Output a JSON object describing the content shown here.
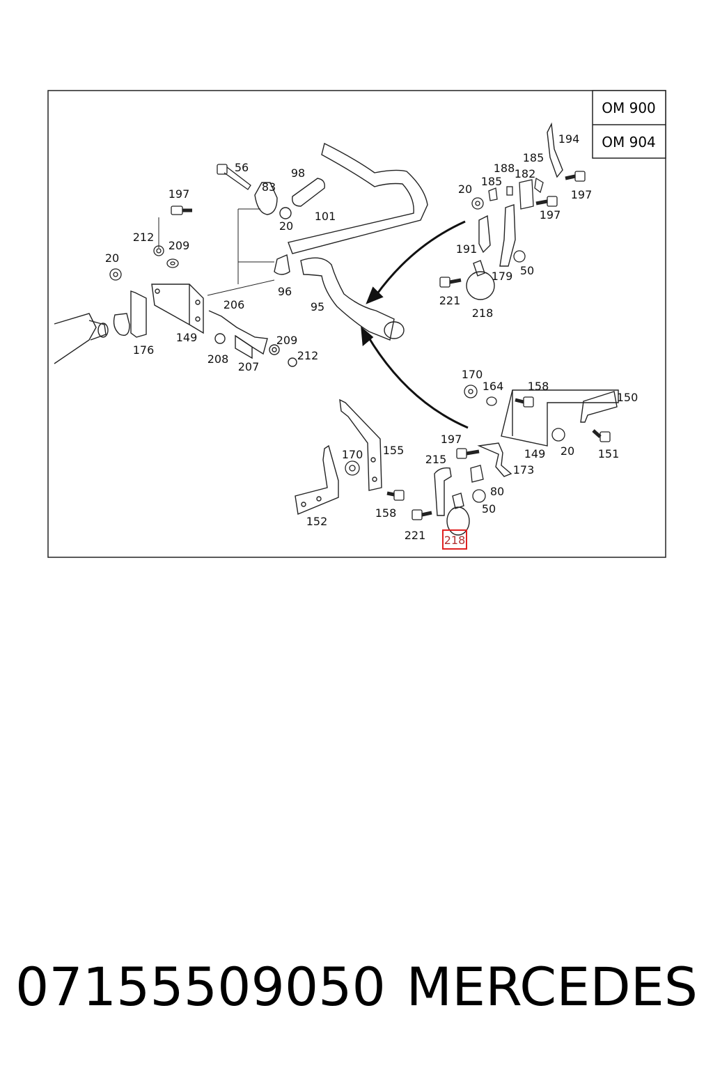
{
  "engine_codes": [
    "OM 900",
    "OM 904"
  ],
  "highlighted_callout": "218",
  "callouts": {
    "c197a": "197",
    "c56": "56",
    "c83": "83",
    "c98": "98",
    "c20a": "20",
    "c101": "101",
    "c212a": "212",
    "c209a": "209",
    "c20b": "20",
    "c96": "96",
    "c95": "95",
    "c206": "206",
    "c149a": "149",
    "c176": "176",
    "c208": "208",
    "c207": "207",
    "c209b": "209",
    "c212b": "212",
    "c194": "194",
    "c185a": "185",
    "c188": "188",
    "c182": "182",
    "c185b": "185",
    "c20c": "20",
    "c197b": "197",
    "c197c": "197",
    "c191": "191",
    "c179": "179",
    "c50a": "50",
    "c221a": "221",
    "c218a": "218",
    "c170a": "170",
    "c164": "164",
    "c158a": "158",
    "c150": "150",
    "c197d": "197",
    "c149b": "149",
    "c20d": "20",
    "c151": "151",
    "c155": "155",
    "c170b": "170",
    "c215": "215",
    "c173": "173",
    "c80": "80",
    "c50b": "50",
    "c152": "152",
    "c158b": "158",
    "c221b": "221"
  },
  "part_number": "07155509050",
  "brand": "MERCEDES"
}
